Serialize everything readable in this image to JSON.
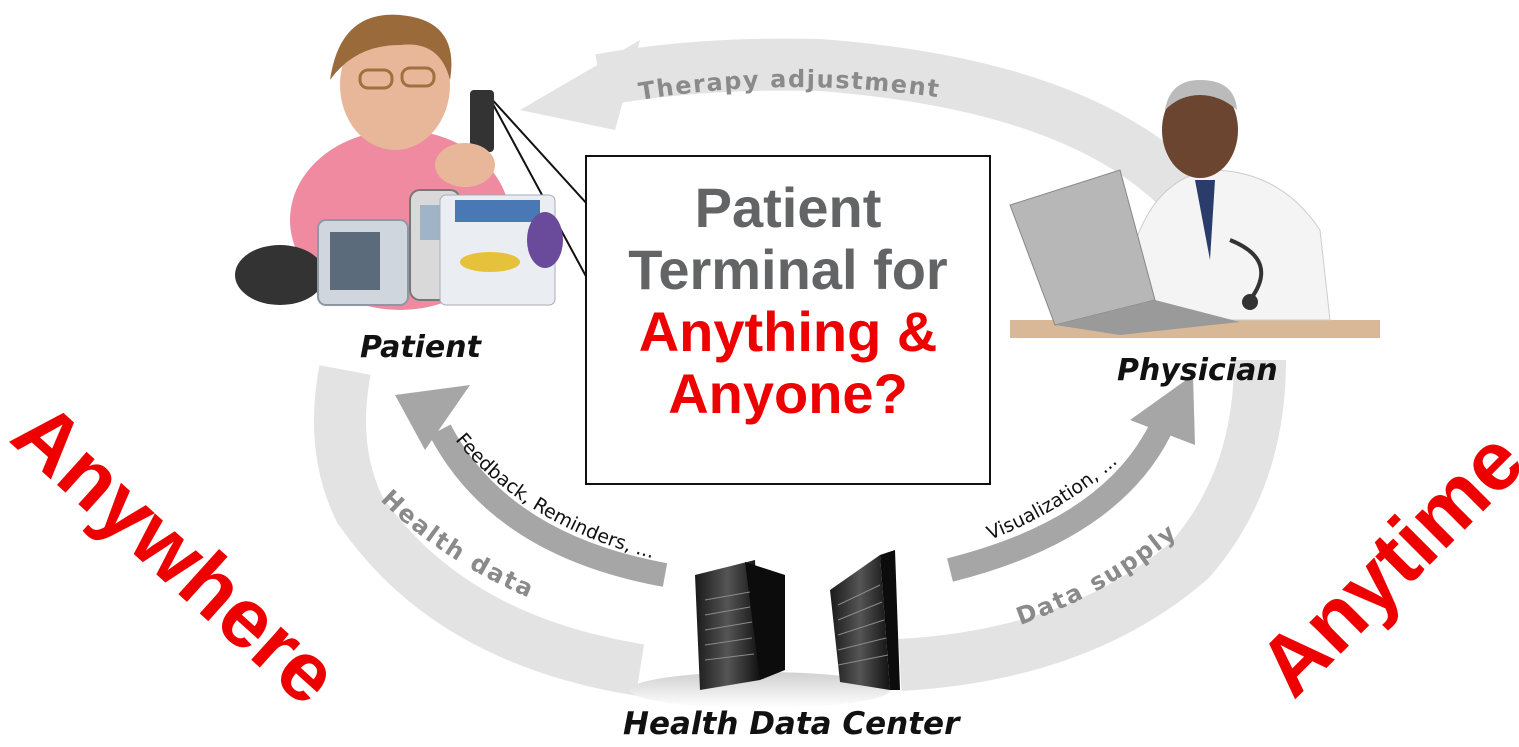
{
  "nodes": {
    "patient": "Patient",
    "physician": "Physician",
    "data_center": "Health Data Center"
  },
  "flows": {
    "therapy": "Therapy adjustment",
    "health_data": "Health data",
    "feedback": "Feedback, Reminders, ...",
    "visualization": "Visualization, ...",
    "data_supply": "Data supply"
  },
  "callout": {
    "line1": "Patient",
    "line2": "Terminal for",
    "line3": "Anything &",
    "line4": "Anyone?"
  },
  "side_words": {
    "left": "Anywhere",
    "right": "Anytime"
  },
  "colors": {
    "accent_red": "#ee0000",
    "callout_gray": "#636466",
    "arrow_light": "#e3e3e3",
    "arrow_dark": "#a6a6a6"
  }
}
